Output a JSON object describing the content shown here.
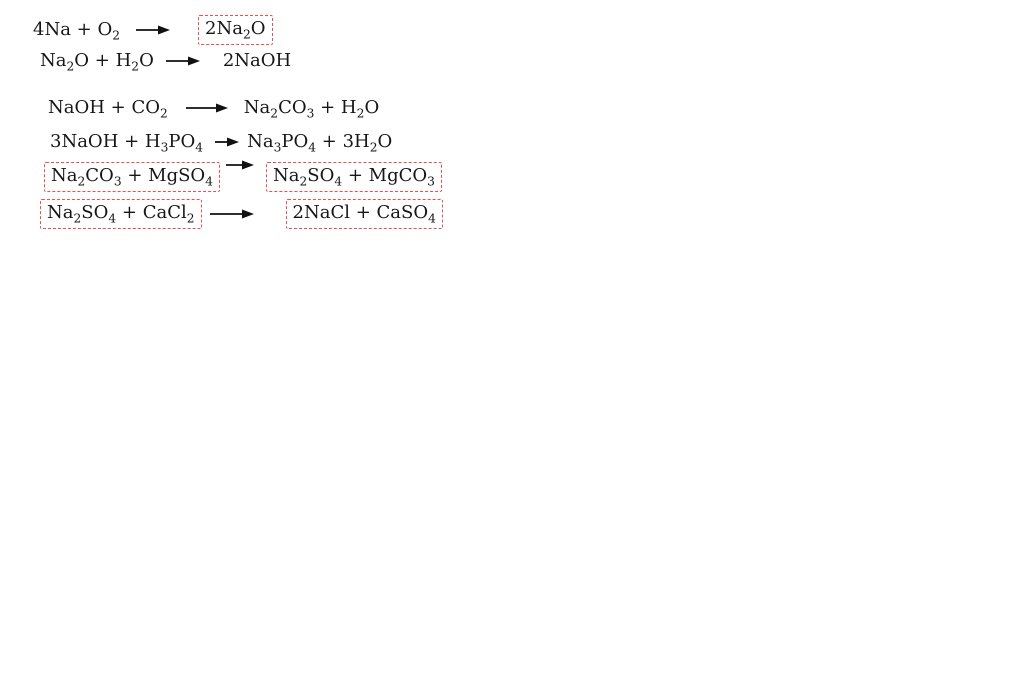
{
  "page": {
    "background_color": "#ffffff",
    "text_color": "#161616",
    "annotation_box_color": "#e85050",
    "annotation_box_style": "red dashed box"
  },
  "equations": [
    {
      "reactants": "4Na + O2",
      "products": "2Na2O",
      "reactants_boxed": false,
      "products_boxed": true
    },
    {
      "reactants": "Na2O + H2O",
      "products": "2NaOH",
      "reactants_boxed": false,
      "products_boxed": false
    },
    {
      "reactants": "NaOH + CO2",
      "products": "Na2CO3 + H2O",
      "reactants_boxed": false,
      "products_boxed": false
    },
    {
      "reactants": "3NaOH + H3PO4",
      "products": "Na3PO4 + 3H2O",
      "reactants_boxed": false,
      "products_boxed": false
    },
    {
      "reactants": "Na2CO3 + MgSO4",
      "products": "Na2SO4 + MgCO3",
      "reactants_boxed": true,
      "products_boxed": true
    },
    {
      "reactants": "Na2SO4 + CaCl2",
      "products": "2NaCl + CaSO4",
      "reactants_boxed": true,
      "products_boxed": true
    }
  ],
  "icons": {
    "arrow": "right-arrow"
  }
}
